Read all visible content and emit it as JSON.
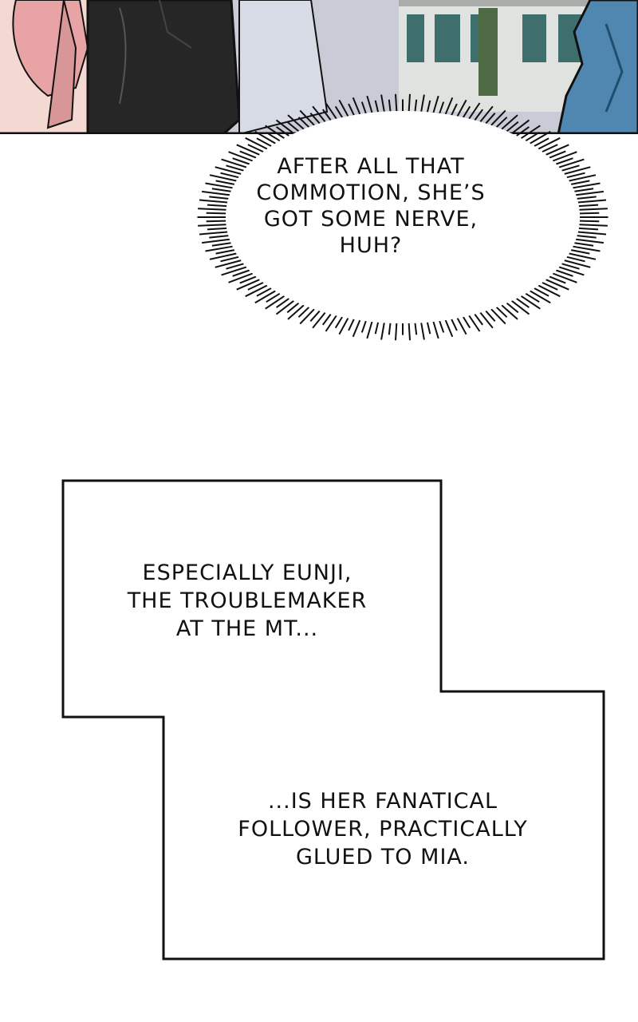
{
  "speech_bubble": {
    "text": "AFTER ALL THAT\nCOMMOTION, SHE’S\nGOT SOME NERVE,\nHUH?"
  },
  "captions": [
    {
      "text": "ESPECIALLY EUNJI,\nTHE TROUBLEMAKER\nAT THE MT..."
    },
    {
      "text": "...IS HER FANATICAL\nFOLLOWER, PRACTICALLY\nGLUED TO MIA."
    }
  ],
  "colors": {
    "ink": "#111111",
    "sky": "#c9ccd6",
    "building": "#8ea39a",
    "blue_hair": "#4f87b0",
    "pink_jacket": "#e8a4a4",
    "dark_coat": "#262626"
  }
}
